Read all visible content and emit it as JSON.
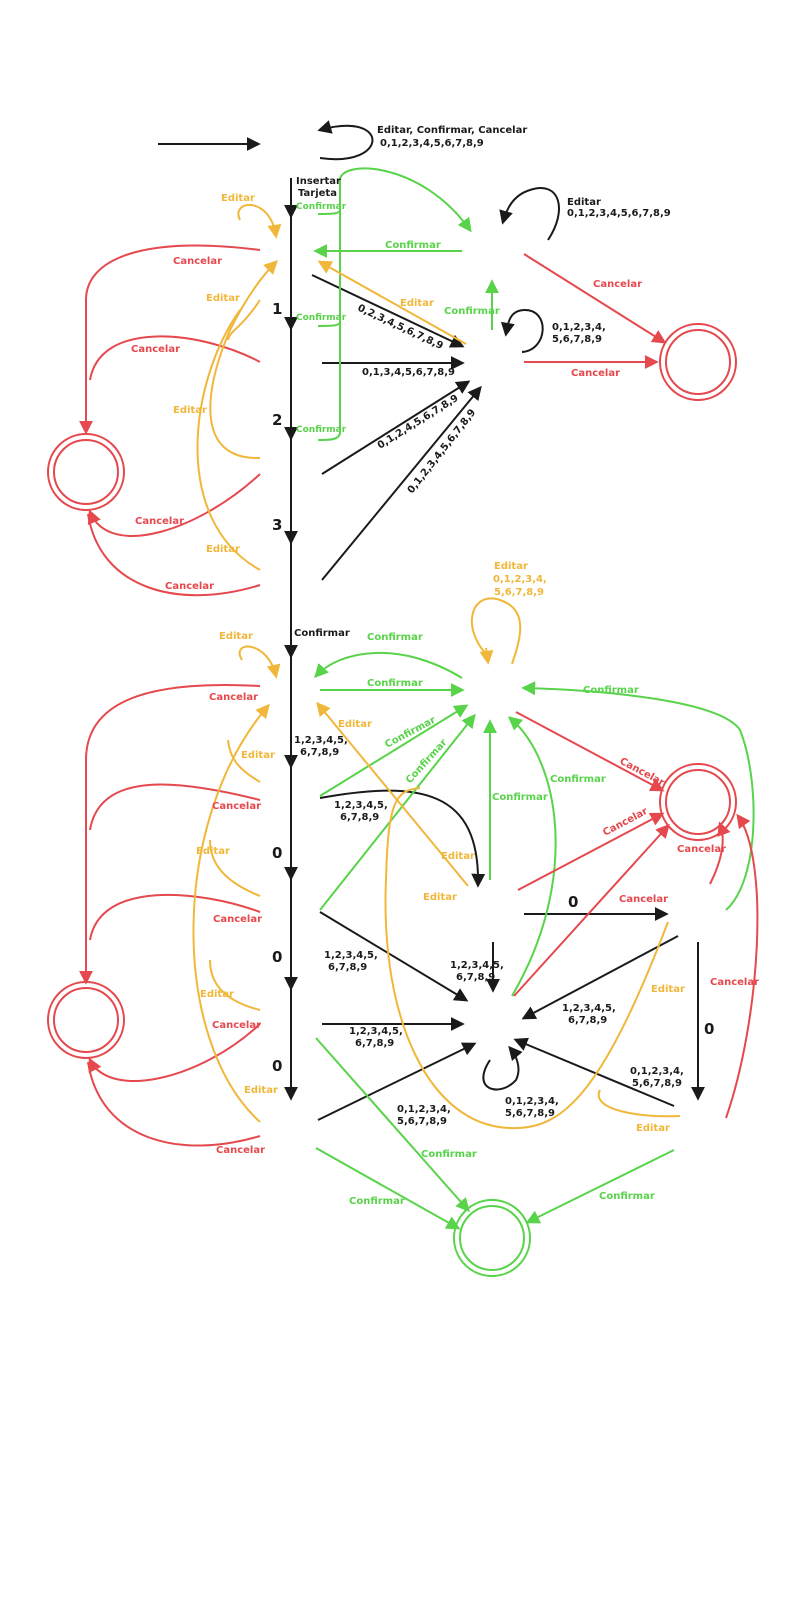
{
  "colors": {
    "black": "#1a1a1a",
    "green": "#58d34a",
    "red": "#e5484d",
    "orange": "#f0b73a"
  },
  "labels": {
    "self_loop_start": [
      "Editar, Confirmar, Cancelar",
      "0,1,2,3,4,5,6,7,8,9"
    ],
    "insert_card": [
      "Insertar",
      "Tarjeta"
    ],
    "confirm": "Confirmar",
    "edit": "Editar",
    "cancel": "Cancelar",
    "digit_1": "1",
    "digit_2": "2",
    "digit_3": "3",
    "digit_0": "0",
    "loop_editar_digits": [
      "Editar",
      "0,1,2,3,4,5,6,7,8,9"
    ],
    "loop_012345": [
      "0,1,2,3,4,",
      "5,6,7,8,9"
    ],
    "digits_0234": "0,2,3,4,5,6,7,8,9",
    "digits_0134": "0,1,3,4,5,6,7,8,9",
    "digits_0124": "0,1,2,4,5,6,7,8,9",
    "digits_0123": "0,1,2,3,4,5,6,7,8,9",
    "loop_editar_digits_orange": [
      "Editar",
      "0,1,2,3,4,",
      "5,6,7,8,9"
    ],
    "digits_12345": [
      "1,2,3,4,5,",
      "6,7,8,9"
    ],
    "digits_01234": [
      "0,1,2,3,4,",
      "5,6,7,8,9"
    ]
  }
}
